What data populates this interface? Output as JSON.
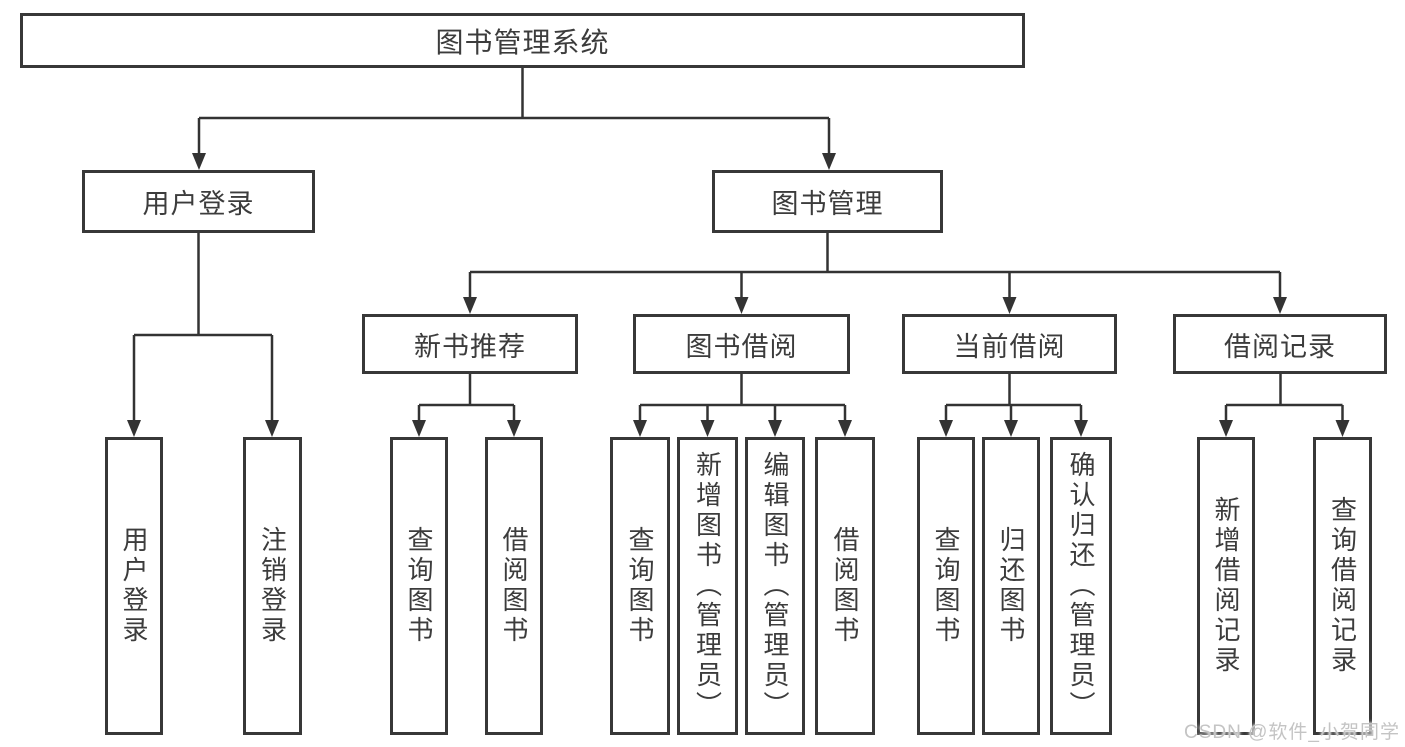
{
  "diagram": {
    "root": "图书管理系统",
    "level2": {
      "user_login": "用户登录",
      "book_management": "图书管理"
    },
    "user_login_children": [
      "用户登录",
      "注销登录"
    ],
    "modules": [
      {
        "label": "新书推荐",
        "children": [
          "查询图书",
          "借阅图书"
        ]
      },
      {
        "label": "图书借阅",
        "children": [
          "查询图书",
          "新增图书（管理员）",
          "编辑图书（管理员）",
          "借阅图书"
        ]
      },
      {
        "label": "当前借阅",
        "children": [
          "查询图书",
          "归还图书",
          "确认归还（管理员）"
        ]
      },
      {
        "label": "借阅记录",
        "children": [
          "新增借阅记录",
          "查询借阅记录"
        ]
      }
    ],
    "watermark": "CSDN @软件_小贺同学",
    "colors": {
      "box_border": "#383838",
      "text": "#3c3c3c",
      "connector": "#333333",
      "watermark": "#c4c4c4",
      "background": "#ffffff"
    }
  }
}
